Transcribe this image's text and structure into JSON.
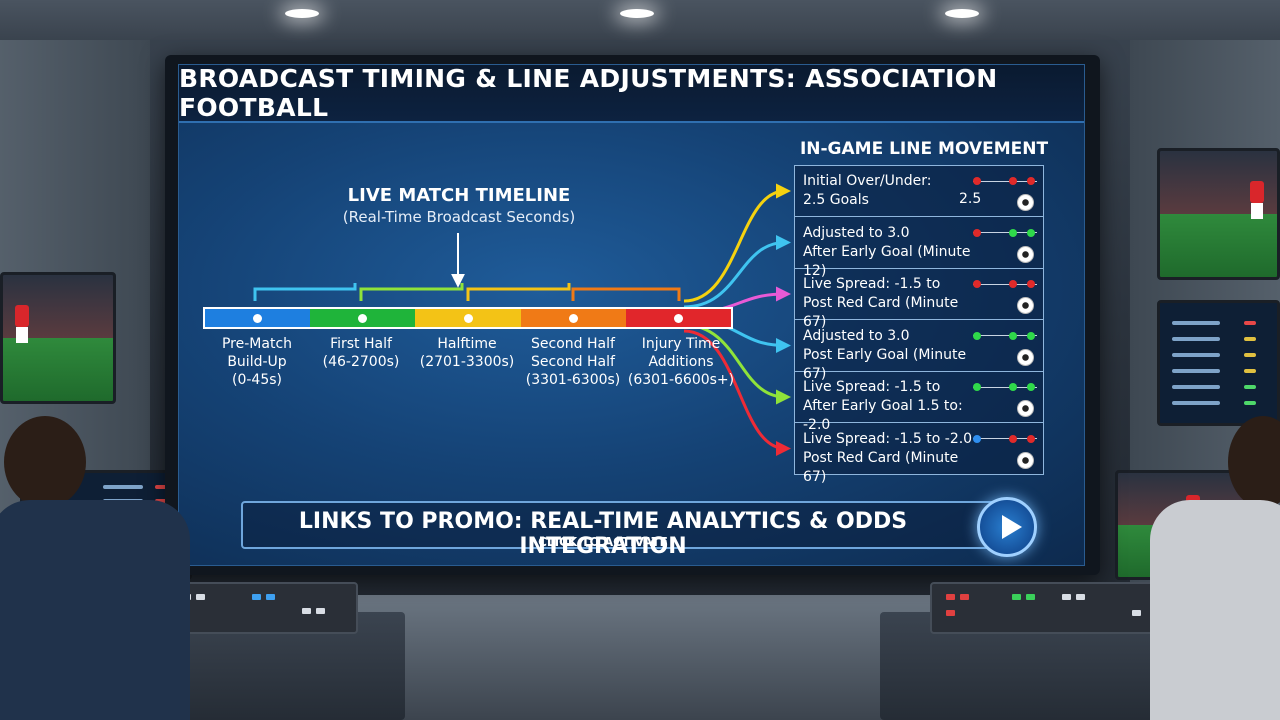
{
  "title": "BROADCAST TIMING & LINE ADJUSTMENTS: ASSOCIATION FOOTBALL",
  "timeline": {
    "title": "LIVE MATCH TIMELINE",
    "subtitle": "(Real-Time Broadcast Seconds)",
    "segments": [
      {
        "label_1": "Pre-Match",
        "label_2": "Build-Up",
        "label_3": "(0-45s)",
        "color": "#1e7fe0"
      },
      {
        "label_1": "First Half",
        "label_2": "(46-2700s)",
        "label_3": "",
        "color": "#1fb43a"
      },
      {
        "label_1": "Halftime",
        "label_2": "(2701-3300s)",
        "label_3": "",
        "color": "#f3c316"
      },
      {
        "label_1": "Second Half",
        "label_2": "Second Half",
        "label_3": "(3301-6300s)",
        "color": "#f07a16"
      },
      {
        "label_1": "Injury Time",
        "label_2": "Additions",
        "label_3": "(6301-6600s+)",
        "color": "#e1262b"
      }
    ]
  },
  "line_movement": {
    "heading": "IN-GAME LINE MOVEMENT",
    "rows": [
      {
        "line_1": "Initial Over/Under:",
        "line_2": "2.5 Goals",
        "value": "2.5",
        "dots": [
          "#e02a2a",
          "#e02a2a",
          "#e02a2a"
        ],
        "arrow_color": "#f5d20f"
      },
      {
        "line_1": "Adjusted to 3.0",
        "line_2": "After Early Goal (Minute 12)",
        "value": "",
        "dots": [
          "#e02a2a",
          "#2fd94a",
          "#2fd94a"
        ],
        "arrow_color": "#3fc4f0"
      },
      {
        "line_1": "Live Spread: -1.5 to",
        "line_2": "Post Red Card (Minute 67)",
        "value": "",
        "dots": [
          "#e02a2a",
          "#e02a2a",
          "#e02a2a"
        ],
        "arrow_color": "#e85ad6"
      },
      {
        "line_1": "Adjusted to 3.0",
        "line_2": "Post Early Goal (Minute 67)",
        "value": "",
        "dots": [
          "#2fd94a",
          "#2fd94a",
          "#2fd94a"
        ],
        "arrow_color": "#3fc4f0"
      },
      {
        "line_1": "Live Spread: -1.5 to",
        "line_2": "After Early Goal 1.5 to: -2.0",
        "value": "",
        "dots": [
          "#2fd94a",
          "#2fd94a",
          "#2fd94a"
        ],
        "arrow_color": "#8fe33a"
      },
      {
        "line_1": "Live Spread: -1.5 to -2.0",
        "line_2": "Post Red Card (Minute 67)",
        "value": "",
        "dots": [
          "#2f8ff0",
          "#e02a2a",
          "#e02a2a"
        ],
        "arrow_color": "#ef2b36"
      }
    ]
  },
  "promo": {
    "title": "LINKS TO PROMO: REAL-TIME ANALYTICS & ODDS INTEGRATION",
    "subtitle": "CLICK TO ACTIVATE"
  }
}
